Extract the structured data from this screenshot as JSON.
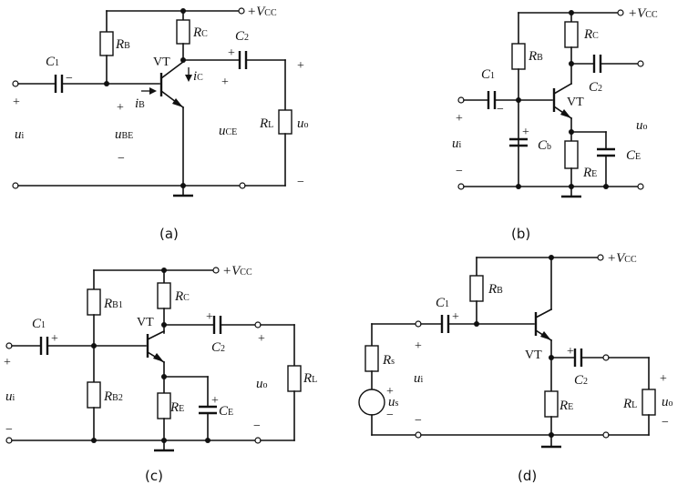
{
  "figure_a": {
    "caption": "(a)",
    "vcc": "+V",
    "vcc_sub": "CC",
    "c1": "C",
    "c1_sub": "1",
    "rb": "R",
    "rb_sub": "B",
    "rc": "R",
    "rc_sub": "C",
    "c2": "C",
    "c2_sub": "2",
    "vt": "VT",
    "ic": "i",
    "ic_sub": "C",
    "ib": "i",
    "ib_sub": "B",
    "ui": "u",
    "ui_sub": "i",
    "ube": "u",
    "ube_sub": "BE",
    "uce": "u",
    "uce_sub": "CE",
    "rl": "R",
    "rl_sub": "L",
    "uo": "u",
    "uo_sub": "o",
    "plus": "+",
    "minus": "−"
  },
  "figure_b": {
    "caption": "(b)",
    "vcc": "+V",
    "vcc_sub": "CC",
    "rb": "R",
    "rb_sub": "B",
    "rc": "R",
    "rc_sub": "C",
    "c1": "C",
    "c1_sub": "1",
    "c2": "C",
    "c2_sub": "2",
    "vt": "VT",
    "cb": "C",
    "cb_sub": "b",
    "ce": "C",
    "ce_sub": "E",
    "re": "R",
    "re_sub": "E",
    "ui": "u",
    "ui_sub": "i",
    "uo": "u",
    "uo_sub": "o",
    "plus": "+",
    "minus": "−"
  },
  "figure_c": {
    "caption": "(c)",
    "vcc": "+V",
    "vcc_sub": "CC",
    "rb1": "R",
    "rb1_sub": "B1",
    "rc": "R",
    "rc_sub": "C",
    "c1": "C",
    "c1_sub": "1",
    "vt": "VT",
    "c2": "C",
    "c2_sub": "2",
    "rb2": "R",
    "rb2_sub": "B2",
    "re": "R",
    "re_sub": "E",
    "ce": "C",
    "ce_sub": "E",
    "ui": "u",
    "ui_sub": "i",
    "uo": "u",
    "uo_sub": "o",
    "rl": "R",
    "rl_sub": "L",
    "plus": "+",
    "minus": "−"
  },
  "figure_d": {
    "caption": "(d)",
    "vcc": "+V",
    "vcc_sub": "CC",
    "rb": "R",
    "rb_sub": "B",
    "c1": "C",
    "c1_sub": "1",
    "rs": "R",
    "rs_sub": "s",
    "us": "u",
    "us_sub": "s",
    "ui": "u",
    "ui_sub": "i",
    "vt": "VT",
    "c2": "C",
    "c2_sub": "2",
    "re": "R",
    "re_sub": "E",
    "rl": "R",
    "rl_sub": "L",
    "uo": "u",
    "uo_sub": "o",
    "plus": "+",
    "minus": "−"
  }
}
